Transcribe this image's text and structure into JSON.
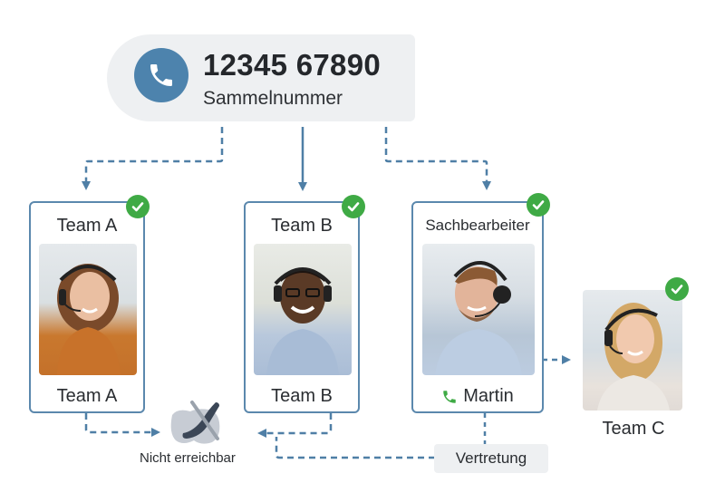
{
  "header": {
    "phone_number": "12345 67890",
    "subtitle": "Sammelnummer",
    "icon": "phone-icon"
  },
  "colors": {
    "accent": "#4d83ad",
    "card_border": "#5b88ad",
    "status_ok": "#3faa45",
    "connector": "#4f7fa6",
    "header_bg": "#eef0f2"
  },
  "teams": [
    {
      "title": "Team A",
      "footer": "Team A",
      "status": "available",
      "photo": "agent-woman-brunette"
    },
    {
      "title": "Team B",
      "footer": "Team B",
      "status": "available",
      "photo": "agent-man-glasses"
    },
    {
      "title": "Sachbearbeiter",
      "footer": "Martin",
      "footer_icon": "phone-icon",
      "status": "available",
      "photo": "agent-man-beard"
    }
  ],
  "team_c": {
    "label": "Team C",
    "status": "available",
    "photo": "agent-woman-blonde"
  },
  "unreachable": {
    "label": "Nicht erreichbar",
    "icon": "phone-off-icon"
  },
  "substitute": {
    "label": "Vertretung"
  }
}
